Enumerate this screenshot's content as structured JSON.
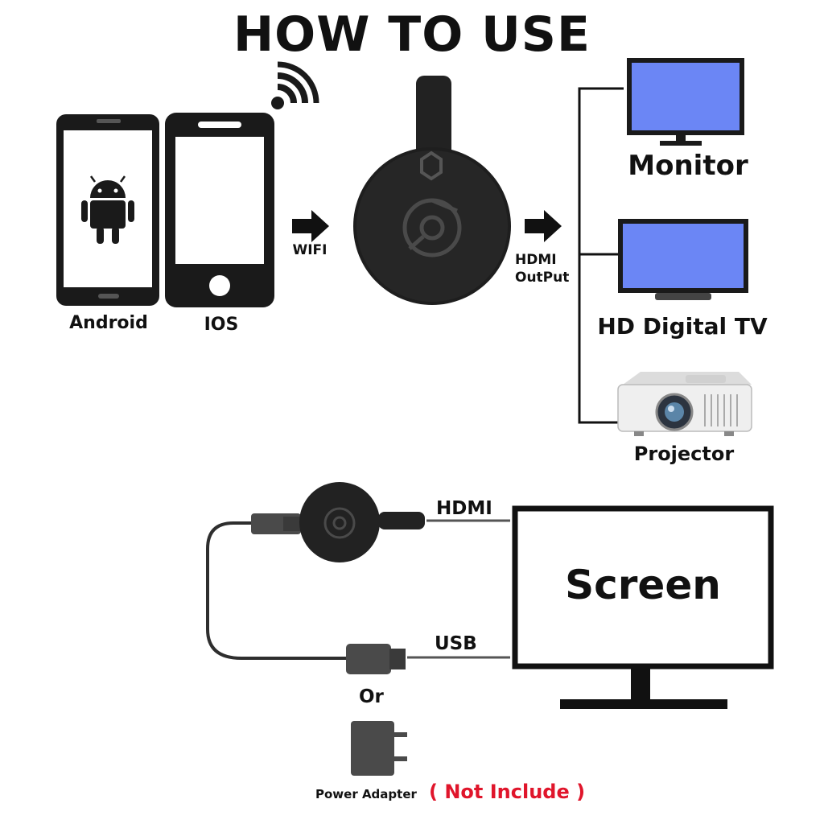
{
  "title": "HOW TO USE",
  "source_devices": {
    "android_label": "Android",
    "ios_label": "IOS",
    "link_label": "WIFI"
  },
  "output": {
    "label_line1": "HDMI",
    "label_line2": "OutPut",
    "targets": [
      {
        "label": "Monitor"
      },
      {
        "label": "HD Digital TV"
      },
      {
        "label": "Projector"
      }
    ]
  },
  "connection": {
    "hdmi_label": "HDMI",
    "usb_label": "USB",
    "or_label": "Or",
    "screen_label": "Screen",
    "adapter_label": "Power Adapter",
    "adapter_note": "( Not Include )"
  },
  "colors": {
    "screen_blue": "#6b86f5",
    "note_red": "#e0152b",
    "device_black": "#1a1a1a",
    "cable_gray": "#4a4a4a"
  }
}
